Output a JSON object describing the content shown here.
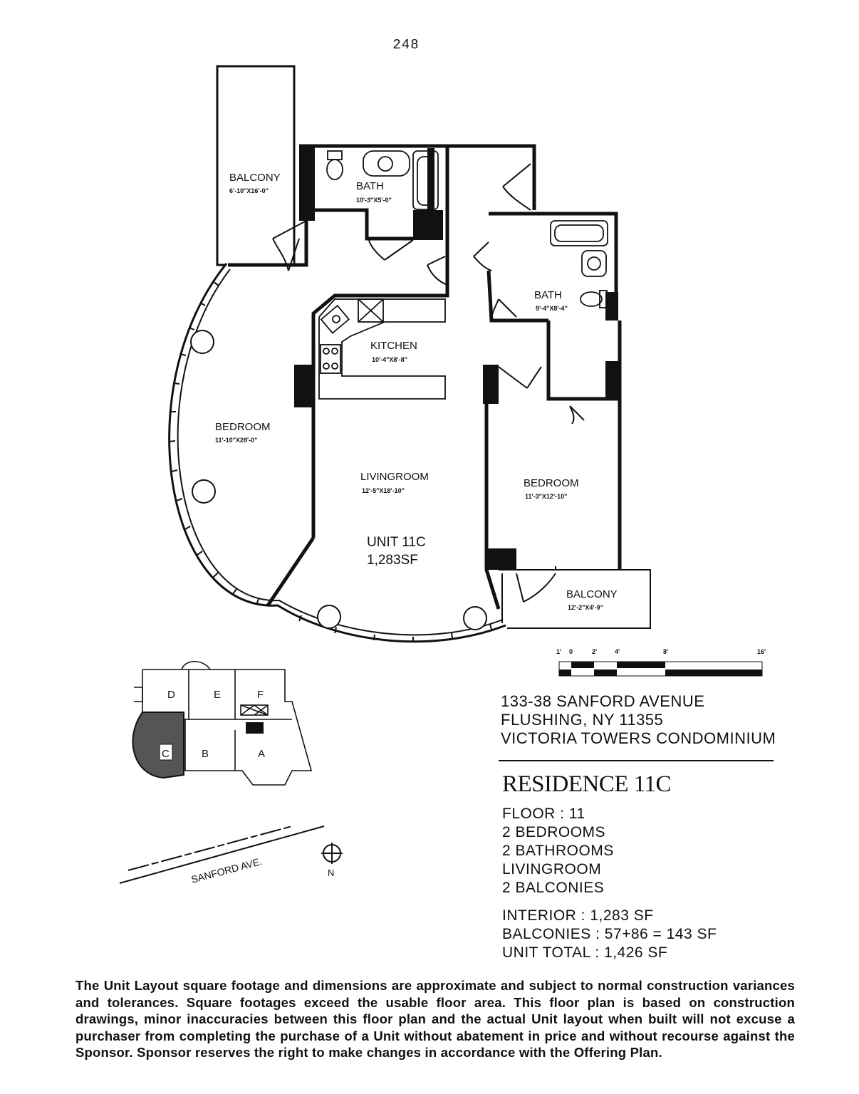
{
  "page_number": "248",
  "rooms": {
    "balcony_top": {
      "name": "BALCONY",
      "dims": "6'-10\"X16'-0\""
    },
    "bath_top": {
      "name": "BATH",
      "dims": "10'-3\"X5'-0\""
    },
    "bath_right": {
      "name": "BATH",
      "dims": "9'-4\"X8'-4\""
    },
    "kitchen": {
      "name": "KITCHEN",
      "dims": "10'-4\"X8'-8\""
    },
    "bedroom_left": {
      "name": "BEDROOM",
      "dims": "11'-10\"X28'-0\""
    },
    "livingroom": {
      "name": "LIVINGROOM",
      "dims": "12'-5\"X18'-10\""
    },
    "bedroom_right": {
      "name": "BEDROOM",
      "dims": "11'-3\"X12'-10\""
    },
    "balcony_bottom": {
      "name": "BALCONY",
      "dims": "12'-2\"X4'-9\""
    }
  },
  "unit_label": {
    "line1": "UNIT 11C",
    "line2": "1,283SF"
  },
  "scale_bar": {
    "labels": [
      "1'",
      "0",
      "2'",
      "4'",
      "8'",
      "16'"
    ]
  },
  "key_plan": {
    "units": [
      "D",
      "E",
      "F",
      "C",
      "B",
      "A"
    ],
    "street": "SANFORD AVE.",
    "north": "N"
  },
  "address": {
    "line1": "133-38 SANFORD AVENUE",
    "line2": "FLUSHING, NY 11355",
    "line3": "VICTORIA TOWERS CONDOMINIUM"
  },
  "residence_title": "RESIDENCE 11C",
  "specs": [
    "FLOOR : 11",
    "2 BEDROOMS",
    "2 BATHROOMS",
    "LIVINGROOM",
    "2 BALCONIES"
  ],
  "areas": [
    "INTERIOR : 1,283 SF",
    "BALCONIES : 57+86 = 143 SF",
    "UNIT TOTAL : 1,426 SF"
  ],
  "disclaimer": "The Unit Layout square footage and dimensions are approximate and subject to normal construction variances and tolerances. Square footages exceed the usable floor area. This floor plan is based on construction drawings, minor inaccuracies between this floor plan and the actual Unit layout when built will not excuse a purchaser from completing the purchase of a Unit without abatement in price and without recourse against the Sponsor. Sponsor reserves the right to make changes in accordance with the Offering Plan."
}
